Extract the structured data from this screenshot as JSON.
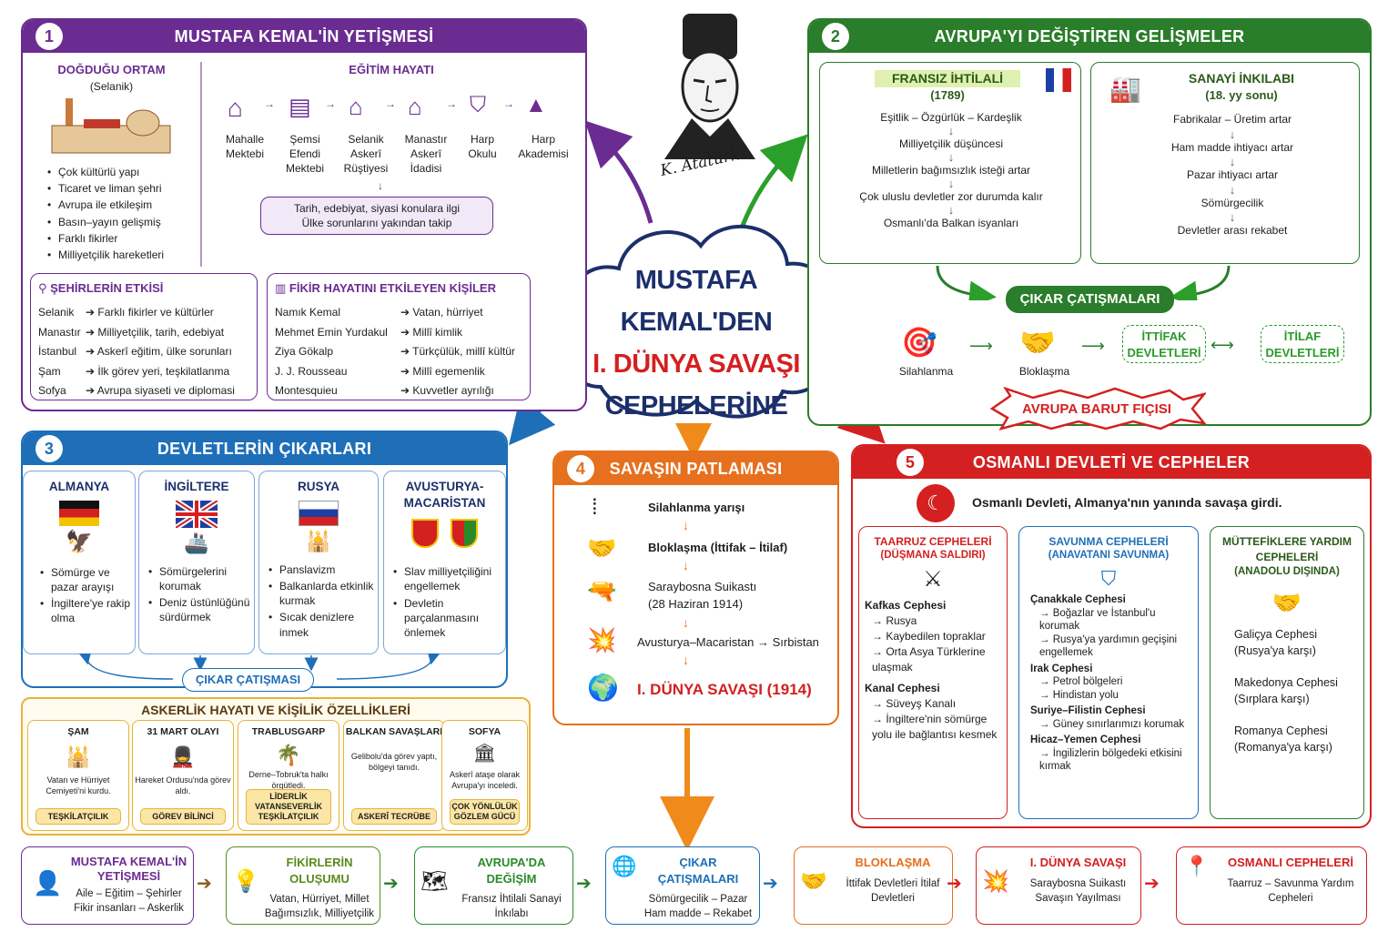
{
  "center": {
    "line1": "MUSTAFA KEMAL'DEN",
    "line2": "I. DÜNYA SAVAŞI",
    "line3": "CEPHELERİNE",
    "signature": "K. Atatürk"
  },
  "s1": {
    "num": "1",
    "title": "MUSTAFA KEMAL'İN YETİŞMESİ",
    "birth_title": "DOĞDUĞU ORTAM",
    "birth_sub": "(Selanik)",
    "birth_items": [
      "Çok kültürlü yapı",
      "Ticaret ve liman şehri",
      "Avrupa ile etkileşim",
      "Basın–yayın gelişmiş",
      "Farklı fikirler",
      "Milliyetçilik hareketleri"
    ],
    "edu_title": "EĞİTİM HAYATI",
    "schools": [
      "Mahalle Mektebi",
      "Şemsi Efendi Mektebi",
      "Selanik Askerî Rüştiyesi",
      "Manastır Askerî İdadisi",
      "Harp Okulu",
      "Harp Akademisi"
    ],
    "edu_note1": "Tarih, edebiyat, siyasi konulara ilgi",
    "edu_note2": "Ülke sorunlarını yakından takip",
    "cities_title": "ŞEHİRLERİN ETKİSİ",
    "cities": [
      [
        "Selanik",
        "Farklı fikirler ve kültürler"
      ],
      [
        "Manastır",
        "Milliyetçilik, tarih, edebiyat"
      ],
      [
        "İstanbul",
        "Askerî eğitim, ülke sorunları"
      ],
      [
        "Şam",
        "İlk görev yeri, teşkilatlanma"
      ],
      [
        "Sofya",
        "Avrupa siyaseti ve diplomasi"
      ]
    ],
    "people_title": "FİKİR HAYATINI ETKİLEYEN KİŞİLER",
    "people": [
      [
        "Namık Kemal",
        "Vatan, hürriyet"
      ],
      [
        "Mehmet Emin Yurdakul",
        "Millî kimlik"
      ],
      [
        "Ziya Gökalp",
        "Türkçülük, millî kültür"
      ],
      [
        "J. J. Rousseau",
        "Millî egemenlik"
      ],
      [
        "Montesquieu",
        "Kuvvetler ayrılığı"
      ]
    ]
  },
  "s2": {
    "num": "2",
    "title": "AVRUPA'YI DEĞİŞTİREN GELİŞMELER",
    "fr_title": "FRANSIZ İHTİLALİ",
    "fr_sub": "(1789)",
    "fr_steps": [
      "Eşitlik – Özgürlük – Kardeşlik",
      "Milliyetçilik düşüncesi",
      "Milletlerin bağımsızlık isteği artar",
      "Çok uluslu devletler zor durumda kalır",
      "Osmanlı'da Balkan isyanları"
    ],
    "ind_title": "SANAYİ İNKILABI",
    "ind_sub": "(18. yy sonu)",
    "ind_steps": [
      "Fabrikalar – Üretim artar",
      "Ham madde ihtiyacı artar",
      "Pazar ihtiyacı artar",
      "Sömürgecilik",
      "Devletler arası rekabet"
    ],
    "conflict": "ÇIKAR ÇATIŞMALARI",
    "armament": "Silahlanma",
    "blocs": "Bloklaşma",
    "ittifak": "İTTİFAK DEVLETLERİ",
    "itilaf": "İTİLAF DEVLETLERİ",
    "powder": "AVRUPA BARUT FIÇISI"
  },
  "s3": {
    "num": "3",
    "title": "DEVLETLERİN ÇIKARLARI",
    "states": [
      {
        "name": "ALMANYA",
        "items": [
          "Sömürge ve pazar arayışı",
          "İngiltere'ye rakip olma"
        ]
      },
      {
        "name": "İNGİLTERE",
        "items": [
          "Sömürgelerini korumak",
          "Deniz üstünlüğünü sürdürmek"
        ]
      },
      {
        "name": "RUSYA",
        "items": [
          "Panslavizm",
          "Balkanlarda etkinlik kurmak",
          "Sıcak denizlere inmek"
        ]
      },
      {
        "name": "AVUSTURYA-MACARİSTAN",
        "items": [
          "Slav milliyetçiliğini engellemek",
          "Devletin parçalanmasını önlemek"
        ]
      }
    ],
    "conflict": "ÇIKAR ÇATIŞMASI",
    "mil_title": "ASKERLİK HAYATI VE KİŞİLİK ÖZELLİKLERİ",
    "cards": [
      {
        "t": "ŞAM",
        "d": "Vatan ve Hürriyet Cemiyeti'ni kurdu.",
        "tag": "TEŞKİLATÇILIK"
      },
      {
        "t": "31 MART OLAYI",
        "d": "Hareket Ordusu'nda görev aldı.",
        "tag": "GÖREV BİLİNCİ"
      },
      {
        "t": "TRABLUSGARP",
        "d": "Derne–Tobruk'ta halkı örgütledi.",
        "tag": "LİDERLİK VATANSEVERLİK TEŞKİLATÇILIK"
      },
      {
        "t": "BALKAN SAVAŞLARI",
        "d": "Gelibolu'da görev yaptı, bölgeyi tanıdı.",
        "tag": "ASKERÎ TECRÜBE"
      },
      {
        "t": "SOFYA",
        "d": "Askerî ataşe olarak Avrupa'yı inceledi.",
        "tag": "ÇOK YÖNLÜLÜK GÖZLEM GÜCÜ"
      }
    ]
  },
  "s4": {
    "num": "4",
    "title": "SAVAŞIN PATLAMASI",
    "steps": [
      "Silahlanma yarışı",
      "Bloklaşma (İttifak – İtilaf)",
      "Saraybosna Suikastı (28 Haziran 1914)",
      "Avusturya–Macaristan → Sırbistan"
    ],
    "final": "I. DÜNYA SAVAŞI (1914)"
  },
  "s5": {
    "num": "5",
    "title": "OSMANLI DEVLETİ VE CEPHELER",
    "intro": "Osmanlı Devleti, Almanya'nın yanında savaşa girdi.",
    "attack_title": "TAARRUZ CEPHELERİ",
    "attack_sub": "(DÜŞMANA SALDIRI)",
    "attack": [
      {
        "h": "Kafkas Cephesi",
        "i": [
          "→ Rusya",
          "→ Kaybedilen topraklar",
          "→ Orta Asya Türklerine ulaşmak"
        ]
      },
      {
        "h": "Kanal Cephesi",
        "i": [
          "→ Süveyş Kanalı",
          "→ İngiltere'nin sömürge yolu ile bağlantısı kesmek"
        ]
      }
    ],
    "defense_title": "SAVUNMA CEPHELERİ",
    "defense_sub": "(ANAVATANI SAVUNMA)",
    "defense": [
      {
        "h": "Çanakkale Cephesi",
        "i": [
          "→ Boğazlar ve İstanbul'u korumak",
          "→ Rusya'ya yardımın geçişini engellemek"
        ]
      },
      {
        "h": "Irak Cephesi",
        "i": [
          "→ Petrol bölgeleri",
          "→ Hindistan yolu"
        ]
      },
      {
        "h": "Suriye–Filistin Cephesi",
        "i": [
          "→ Güney sınırlarımızı korumak"
        ]
      },
      {
        "h": "Hicaz–Yemen Cephesi",
        "i": [
          "→ İngilizlerin bölgedeki etkisini kırmak"
        ]
      }
    ],
    "ally_title": "MÜTTEFİKLERE YARDIM CEPHELERİ",
    "ally_sub": "(ANADOLU DIŞINDA)",
    "ally": [
      [
        "Galiçya Cephesi",
        "(Rusya'ya karşı)"
      ],
      [
        "Makedonya Cephesi",
        "(Sırplara karşı)"
      ],
      [
        "Romanya Cephesi",
        "(Romanya'ya karşı)"
      ]
    ]
  },
  "flow": [
    {
      "t": "MUSTAFA KEMAL'İN YETİŞMESİ",
      "d": "Aile – Eğitim – Şehirler Fikir insanları – Askerlik",
      "color": "#6a2c91"
    },
    {
      "t": "FİKİRLERİN OLUŞUMU",
      "d": "Vatan, Hürriyet, Millet Bağımsızlık, Milliyetçilik",
      "color": "#5a8a1e"
    },
    {
      "t": "AVRUPA'DA DEĞİŞİM",
      "d": "Fransız İhtilali Sanayi İnkılabı",
      "color": "#2a8a2a"
    },
    {
      "t": "ÇIKAR ÇATIŞMALARI",
      "d": "Sömürgecilik – Pazar Ham madde – Rekabet",
      "color": "#1e6fb8"
    },
    {
      "t": "BLOKLAŞMA",
      "d": "İttifak Devletleri İtilaf Devletleri",
      "color": "#e6701e"
    },
    {
      "t": "I. DÜNYA SAVAŞI",
      "d": "Saraybosna Suikastı Savaşın Yayılması",
      "color": "#d42020"
    },
    {
      "t": "OSMANLI CEPHELERİ",
      "d": "Taarruz – Savunma Yardım Cepheleri",
      "color": "#d42020"
    }
  ],
  "colors": {
    "purple": "#6a2c91",
    "green": "#2a7d2a",
    "blue": "#1e6fb8",
    "orange": "#e6701e",
    "red": "#d42020",
    "navy": "#1c2f6b",
    "gold": "#e8b23a"
  }
}
